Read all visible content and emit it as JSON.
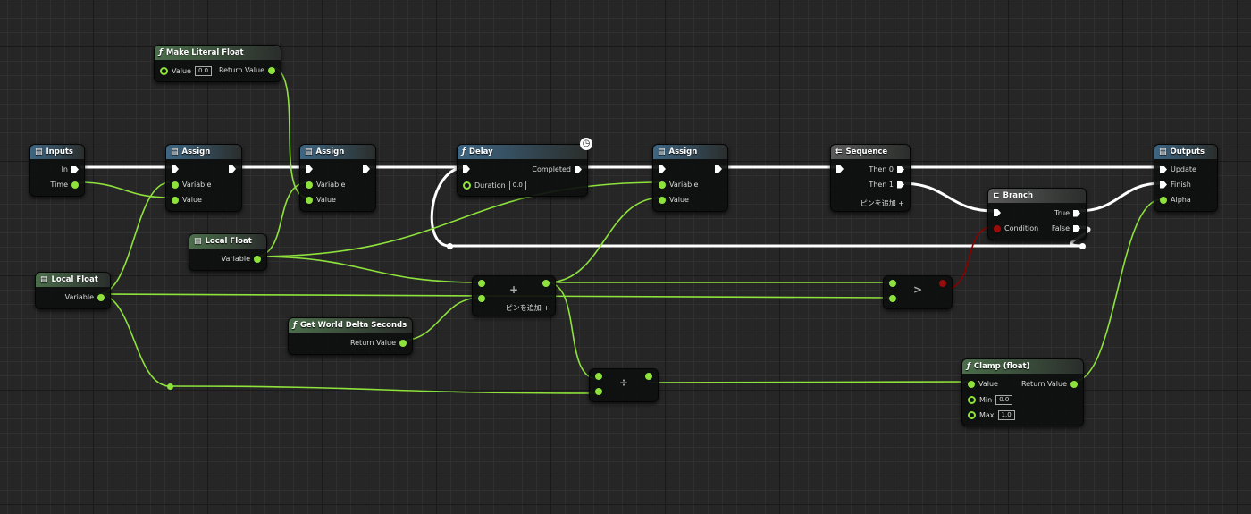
{
  "colors": {
    "function_header": "#4b6e4b",
    "variable_header": "#3e6683",
    "flow_header": "#5a5a5a",
    "exec_wire": "#ffffff",
    "float_wire": "#8ee23c",
    "bool_wire": "#8b0000"
  },
  "nodes": [
    {
      "id": "make-literal-float",
      "title": "Make Literal Float",
      "icon": "function-icon",
      "glyph": "ƒ",
      "header": "function",
      "in": [
        {
          "label": "Value",
          "type": "hollow",
          "value": "0.0"
        }
      ],
      "out": [
        {
          "label": "Return Value",
          "type": "data"
        }
      ]
    },
    {
      "id": "inputs",
      "title": "Inputs",
      "icon": "variable-icon",
      "glyph": "▤",
      "header": "variable",
      "in": [],
      "out": [
        {
          "label": "In",
          "type": "exec"
        },
        {
          "label": "Time",
          "type": "data"
        }
      ]
    },
    {
      "id": "assign-1",
      "title": "Assign",
      "icon": "variable-icon",
      "glyph": "▤",
      "header": "variable",
      "in": [
        {
          "label": "",
          "type": "exec"
        },
        {
          "label": "Variable",
          "type": "data"
        },
        {
          "label": "Value",
          "type": "data"
        }
      ],
      "out": [
        {
          "label": "",
          "type": "exec"
        }
      ]
    },
    {
      "id": "assign-2",
      "title": "Assign",
      "icon": "variable-icon",
      "glyph": "▤",
      "header": "variable",
      "in": [
        {
          "label": "",
          "type": "exec"
        },
        {
          "label": "Variable",
          "type": "data"
        },
        {
          "label": "Value",
          "type": "data"
        }
      ],
      "out": [
        {
          "label": "",
          "type": "exec"
        }
      ]
    },
    {
      "id": "delay",
      "title": "Delay",
      "icon": "function-icon",
      "glyph": "ƒ",
      "header": "variable",
      "clock": true,
      "in": [
        {
          "label": "",
          "type": "exec"
        },
        {
          "label": "Duration",
          "type": "hollow",
          "value": "0.0"
        }
      ],
      "out": [
        {
          "label": "Completed",
          "type": "exec"
        }
      ]
    },
    {
      "id": "assign-3",
      "title": "Assign",
      "icon": "variable-icon",
      "glyph": "▤",
      "header": "variable",
      "in": [
        {
          "label": "",
          "type": "exec"
        },
        {
          "label": "Variable",
          "type": "data"
        },
        {
          "label": "Value",
          "type": "data"
        }
      ],
      "out": [
        {
          "label": "",
          "type": "exec"
        }
      ]
    },
    {
      "id": "sequence",
      "title": "Sequence",
      "icon": "sequence-icon",
      "glyph": "⇇",
      "header": "flow",
      "in": [
        {
          "label": "",
          "type": "exec"
        }
      ],
      "out": [
        {
          "label": "Then 0",
          "type": "exec"
        },
        {
          "label": "Then 1",
          "type": "exec"
        }
      ],
      "add_pin": "ピンを追加 +"
    },
    {
      "id": "branch",
      "title": "Branch",
      "icon": "branch-icon",
      "glyph": "⊏",
      "header": "flow",
      "in": [
        {
          "label": "",
          "type": "exec"
        },
        {
          "label": "Condition",
          "type": "cond"
        }
      ],
      "out": [
        {
          "label": "True",
          "type": "exec"
        },
        {
          "label": "False",
          "type": "exec"
        }
      ]
    },
    {
      "id": "outputs",
      "title": "Outputs",
      "icon": "variable-icon",
      "glyph": "▤",
      "header": "variable",
      "in": [
        {
          "label": "Update",
          "type": "exec"
        },
        {
          "label": "Finish",
          "type": "exec"
        },
        {
          "label": "Alpha",
          "type": "data"
        }
      ],
      "out": []
    },
    {
      "id": "local-float-1",
      "title": "Local Float",
      "icon": "variable-icon",
      "glyph": "▤",
      "header": "function",
      "in": [],
      "out": [
        {
          "label": "Variable",
          "type": "data"
        }
      ]
    },
    {
      "id": "local-float-2",
      "title": "Local Float",
      "icon": "variable-icon",
      "glyph": "▤",
      "header": "function",
      "in": [],
      "out": [
        {
          "label": "Variable",
          "type": "data"
        }
      ]
    },
    {
      "id": "add",
      "symbol": "+",
      "in": [
        {
          "label": "",
          "type": "data"
        },
        {
          "label": "",
          "type": "data"
        }
      ],
      "out": [
        {
          "label": "",
          "type": "data"
        }
      ],
      "add_pin": "ピンを追加 +"
    },
    {
      "id": "get-world-delta-seconds",
      "title": "Get World Delta Seconds",
      "icon": "function-icon",
      "glyph": "ƒ",
      "header": "function",
      "in": [],
      "out": [
        {
          "label": "Return Value",
          "type": "data"
        }
      ]
    },
    {
      "id": "greater",
      "symbol": ">",
      "in": [
        {
          "label": "",
          "type": "data"
        },
        {
          "label": "",
          "type": "data"
        }
      ],
      "out": [
        {
          "label": "",
          "type": "cond"
        }
      ]
    },
    {
      "id": "divide",
      "symbol": "÷",
      "in": [
        {
          "label": "",
          "type": "data"
        },
        {
          "label": "",
          "type": "data"
        }
      ],
      "out": [
        {
          "label": "",
          "type": "data"
        }
      ]
    },
    {
      "id": "clamp-float",
      "title": "Clamp (float)",
      "icon": "function-icon",
      "glyph": "ƒ",
      "header": "function",
      "in": [
        {
          "label": "Value",
          "type": "data"
        },
        {
          "label": "Min",
          "type": "hollow",
          "value": "0.0"
        },
        {
          "label": "Max",
          "type": "hollow",
          "value": "1.0"
        }
      ],
      "out": [
        {
          "label": "Return Value",
          "type": "data"
        }
      ]
    }
  ]
}
